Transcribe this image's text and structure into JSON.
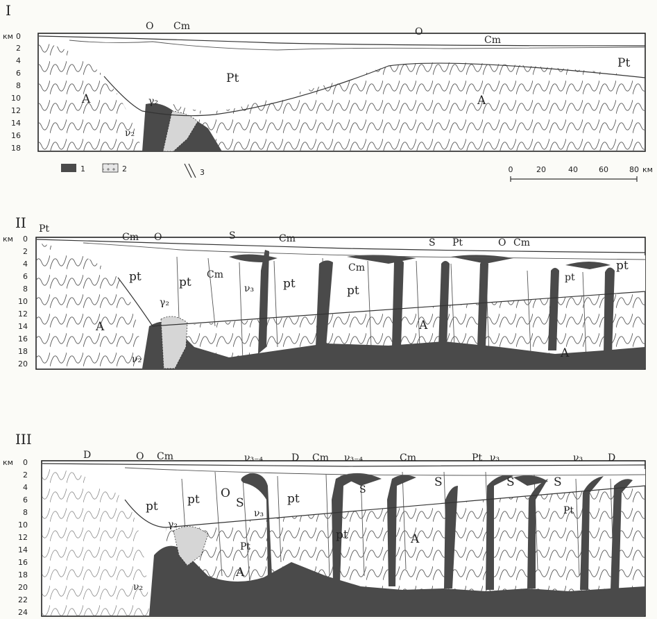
{
  "sections": [
    {
      "roman": "I",
      "unit": "км",
      "depth_ticks": [
        "0",
        "2",
        "4",
        "6",
        "8",
        "10",
        "12",
        "14",
        "16",
        "18"
      ],
      "labels": {
        "O_left": "O",
        "Cm_left": "Cm",
        "O_right": "O",
        "Cm_right": "Cm",
        "Pt_center": "Pt",
        "Pt_right": "Pt",
        "A_left": "A",
        "A_right": "A",
        "gamma2": "γ₂",
        "nu2": "ν₂"
      }
    },
    {
      "roman": "II",
      "unit": "км",
      "depth_ticks": [
        "0",
        "2",
        "4",
        "6",
        "8",
        "10",
        "12",
        "14",
        "16",
        "18",
        "20"
      ],
      "labels": {
        "Pt_top_left": "Pt",
        "Cm_1": "Cm",
        "O_1": "O",
        "S_1": "S",
        "Cm_2": "Cm",
        "S_2": "S",
        "Pt_top_right": "Pt",
        "O_2": "O",
        "Cm_3": "Cm",
        "Pt_a": "pt",
        "Pt_b": "pt",
        "Pt_c": "pt",
        "Pt_d": "pt",
        "Pt_e": "pt",
        "Pt_f": "pt",
        "Cm_block1": "Cm",
        "Cm_block2": "Cm",
        "A_left": "A",
        "A_mid": "A",
        "A_right": "A",
        "gamma2": "γ₂",
        "nu2": "ν₂",
        "nu3": "ν₃"
      }
    },
    {
      "roman": "III",
      "unit": "км",
      "depth_ticks": [
        "0",
        "2",
        "4",
        "6",
        "8",
        "10",
        "12",
        "14",
        "16",
        "18",
        "20",
        "22",
        "24"
      ],
      "labels": {
        "D_left": "D",
        "O_1": "O",
        "Cm_1": "Cm",
        "nu34_1": "ν₃₋₄",
        "D_mid": "D",
        "Cm_2": "Cm",
        "nu34_2": "ν₃₋₄",
        "Cm_3": "Cm",
        "Pt_top": "Pt",
        "nu3_top": "ν₃",
        "nu3_right": "ν₃",
        "D_right": "D",
        "Pt_a": "pt",
        "Pt_b": "pt",
        "Pt_c": "pt",
        "Pt_d": "pt",
        "Pt_e": "Pt",
        "Pt_f": "Pt",
        "O_block": "O",
        "S_1": "S",
        "S_2": "S",
        "S_3": "S",
        "S_4": "S",
        "S_5": "S",
        "nu3_block": "ν₃",
        "A_1": "A",
        "A_2": "A",
        "gamma2": "γ₂",
        "nu2": "ν₂"
      }
    }
  ],
  "legend": {
    "item1": "1",
    "item2": "2",
    "item3": "3"
  },
  "scale": {
    "ticks": [
      "0",
      "20",
      "40",
      "60",
      "80"
    ],
    "unit": "км"
  },
  "colors": {
    "intrusion": "#4a4a4a",
    "granite": "#d6d6d6",
    "line": "#333333",
    "paper": "#fbfbf7"
  }
}
